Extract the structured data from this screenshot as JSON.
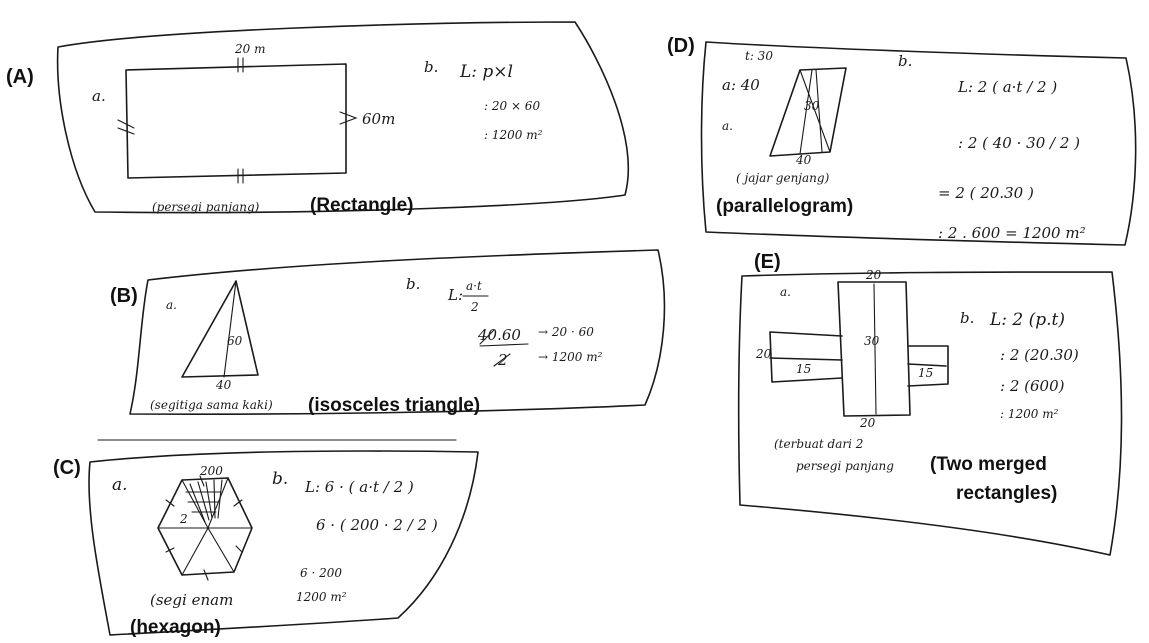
{
  "panels": {
    "A": {
      "tag": "(A)",
      "part_a": "a.",
      "dim_top": "20 m",
      "dim_right": "60m",
      "part_b": "b.",
      "formula": "L: p×l",
      "step1": ": 20 × 60",
      "step2": ": 1200 m²",
      "caption": "(persegi panjang)",
      "english": "(Rectangle)"
    },
    "B": {
      "tag": "(B)",
      "part_a": "a.",
      "height": "60",
      "base": "40",
      "part_b": "b.",
      "formula_l": "L:",
      "formula_num": "a·t",
      "formula_den": "2",
      "work_num": "40.60",
      "work_den": "2",
      "work_r1": "→ 20 · 60",
      "work_r2": "→ 1200 m²",
      "caption": "(segitiga sama kaki)",
      "english": "(isosceles triangle)"
    },
    "C": {
      "tag": "(C)",
      "part_a": "a.",
      "dim_top": "200",
      "inner_label": "2",
      "part_b": "b.",
      "line1": "L: 6 · ( a·t / 2 )",
      "line2": "6 · ( 200 · 2 / 2 )",
      "line3": "6 · 200",
      "line4": "1200 m²",
      "caption": "(segi enam",
      "english": "(hexagon)"
    },
    "D": {
      "tag": "(D)",
      "t_note": "t: 30",
      "a_note": "a: 40",
      "part_a": "a.",
      "height": "30",
      "base": "40",
      "part_b": "b.",
      "line1": "L: 2 ( a·t / 2 )",
      "line2": ": 2 ( 40 · 30 / 2 )",
      "line3": "= 2 ( 20.30 )",
      "line4": ": 2 . 600 = 1200 m²",
      "caption": "( jajar genjang)",
      "english": "(parallelogram)"
    },
    "E": {
      "tag": "(E)",
      "part_a": "a.",
      "dim_top": "20",
      "dim_bottom": "20",
      "dim_left": "20",
      "dim_mid": "30",
      "dim_small_left": "15",
      "dim_small_right": "15",
      "part_b": "b.",
      "line1": "L: 2 (p.t)",
      "line2": ": 2 (20.30)",
      "line3": ": 2 (600)",
      "line4": ": 1200 m²",
      "caption1": "(terbuat dari 2",
      "caption2": "persegi panjang",
      "english1": "(Two merged",
      "english2": "rectangles)"
    }
  }
}
